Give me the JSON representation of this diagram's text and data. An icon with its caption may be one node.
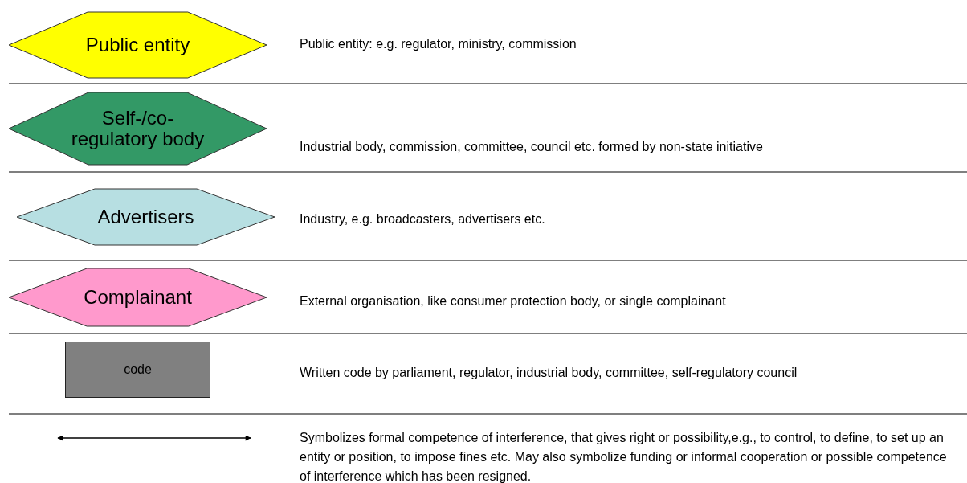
{
  "diagram": {
    "nodes": [
      {
        "text": [
          "Public entity"
        ]
      },
      {
        "text": [
          "Self-/co-regulatory body"
        ]
      },
      {
        "text": [
          "Advertisers"
        ]
      },
      {
        "text": [
          "Complainant"
        ]
      },
      {
        "text": [
          "code"
        ]
      }
    ],
    "labels": [
      "Public entity: e.g. regulator, ministry, commission",
      "Industrial body, commission, committee, council etc. formed by non-state initiative",
      "Industry, e.g. broadcasters, advertisers etc.",
      "External organisation, like consumer protection body, or single complainant",
      "Written code by parliament, regulator, industrial body, committee, self-regulatory council"
    ],
    "legend": [
      {
        "text": "Symbolizes formal competence of interference, that gives right or possibility,e.g., to control, to define, to set up an entity or position, to impose fines etc. May also symbolize funding or informal cooperation or possible competence of interference which has been resigned."
      }
    ]
  }
}
